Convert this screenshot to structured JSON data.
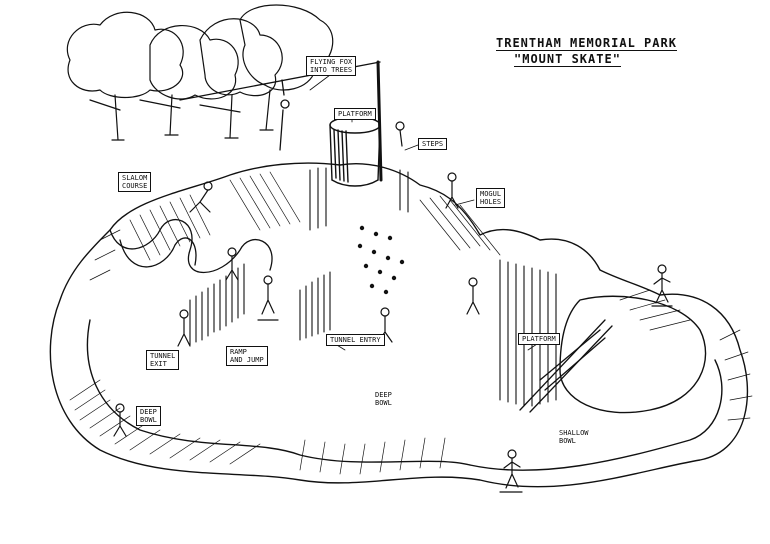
{
  "title": "TRENTHAM MEMORIAL PARK",
  "subtitle": "\"MOUNT SKATE\"",
  "labels": {
    "flying_fox": "FLYING FOX\nINTO TREES",
    "platform_top": "PLATFORM",
    "steps": "STEPS",
    "slalom": "SLALOM\nCOURSE",
    "mogul": "MOGUL\nHOLES",
    "tunnel_exit": "TUNNEL\nEXIT",
    "ramp_jump": "RAMP\nAND JUMP",
    "tunnel_entry": "TUNNEL ENTRY",
    "platform_right": "PLATFORM",
    "deep_bowl_left": "DEEP\nBOWL",
    "deep_bowl_center": "DEEP\nBOWL",
    "shallow_bowl": "SHALLOW\nBOWL"
  },
  "colors": {
    "ink": "#111111",
    "paper": "#ffffff"
  }
}
